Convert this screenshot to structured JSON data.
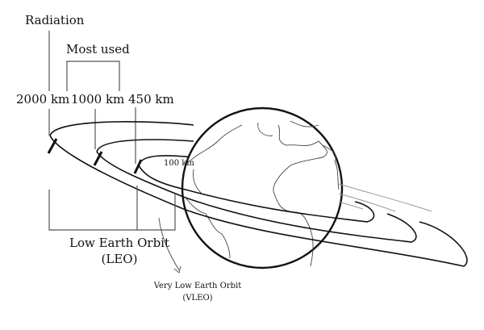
{
  "diagram": {
    "title_labels": {
      "radiation": "Radiation",
      "most_used": "Most used"
    },
    "altitudes": [
      {
        "label": "2000 km"
      },
      {
        "label": "1000 km"
      },
      {
        "label": "450 km"
      },
      {
        "label": "100 km"
      }
    ],
    "leo": {
      "line1": "Low Earth Orbit",
      "line2": "(LEO)"
    },
    "vleo": {
      "line1": "Very Low Earth Orbit",
      "line2": "(VLEO)"
    },
    "icons": {
      "earth": "globe-icon",
      "satellite": "satellite-icon",
      "arrow": "curved-arrow-icon"
    },
    "colors": {
      "stroke": "#111111",
      "bracket": "#555555",
      "background": "#ffffff"
    }
  }
}
